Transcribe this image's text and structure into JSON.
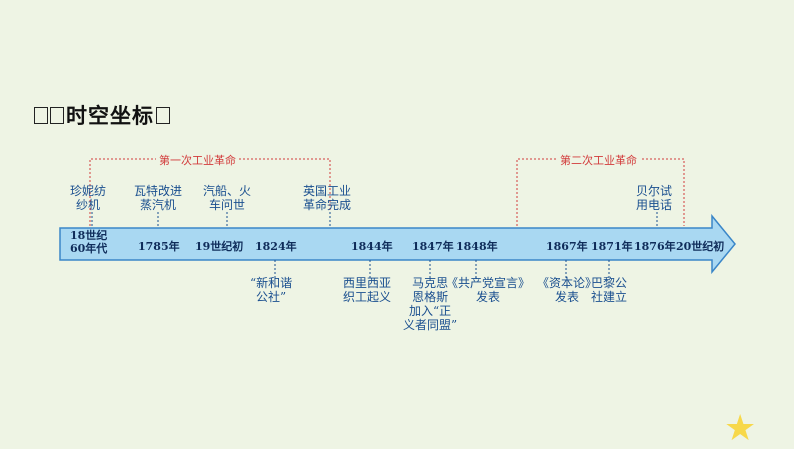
{
  "title": {
    "text": "时空坐标"
  },
  "eras": [
    {
      "label": "第一次工业革命"
    },
    {
      "label": "第二次工业革命"
    }
  ],
  "timeline": {
    "years": [
      "18世纪\n60年代",
      "1785年",
      "19世纪初",
      "1824年",
      "1844年",
      "1847年",
      "1848年",
      "1867年",
      "1871年",
      "1876年",
      "20世纪初"
    ],
    "events_above": [
      "珍妮纺\n纱机",
      "瓦特改进\n蒸汽机",
      "汽船、火\n车问世",
      "英国工业\n革命完成",
      "贝尔试\n用电话"
    ],
    "events_below": [
      "“新和谐\n公社”",
      "西里西亚\n织工起义",
      "马克思\n恩格斯\n加入“正\n义者同盟”",
      "《共产党宣言》\n发表",
      "《资本论》\n发表",
      "巴黎公\n社建立"
    ]
  },
  "colors": {
    "arrow": "#a9d8f2",
    "arrow_border": "#3a86c8",
    "era_line": "#d23b3b",
    "event_text": "#1a4f8f",
    "year_text": "#0f2c5a"
  }
}
